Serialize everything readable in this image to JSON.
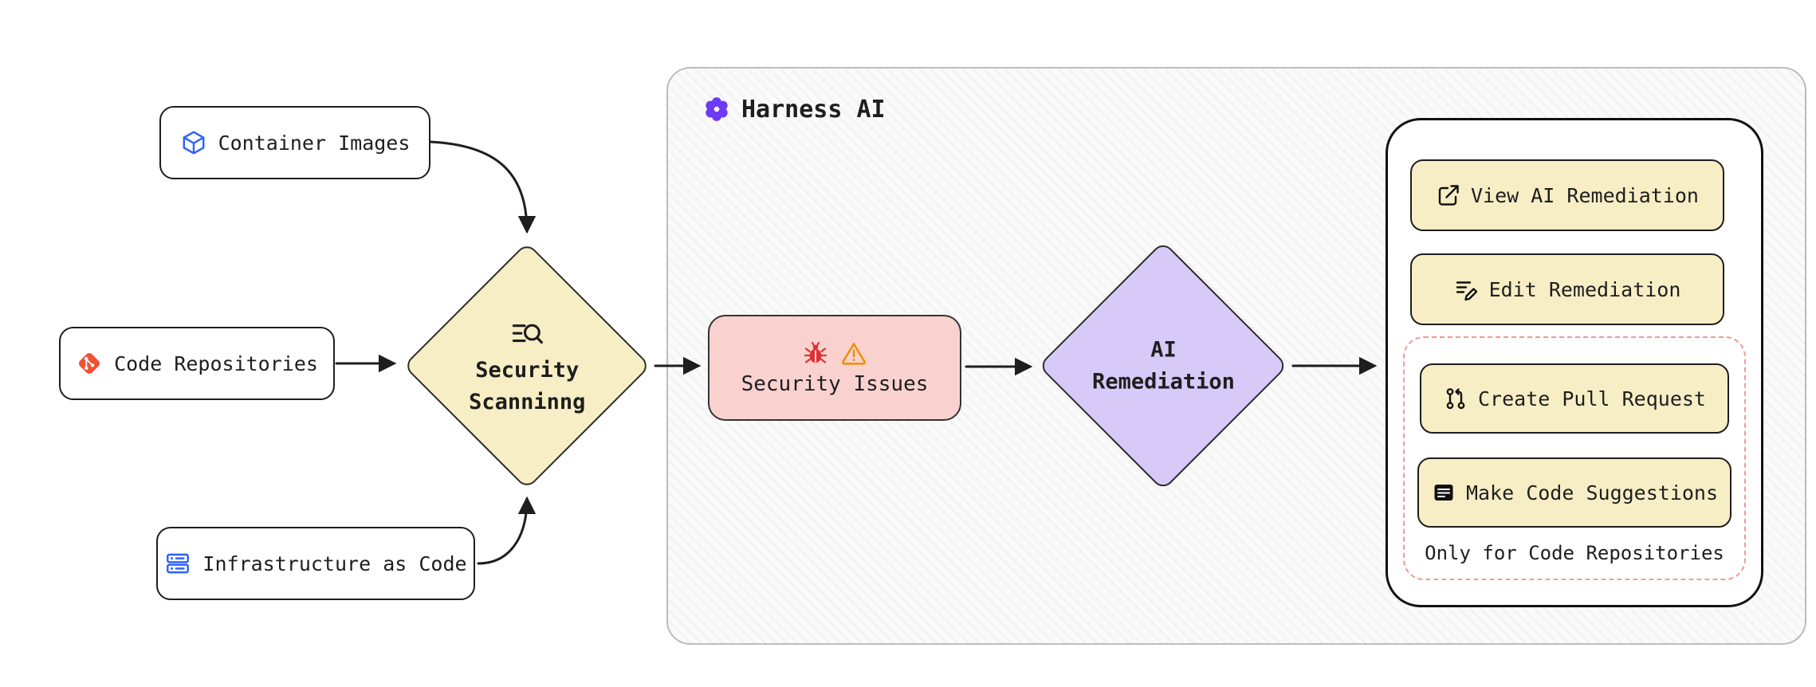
{
  "sources": {
    "container_images": {
      "label": "Container Images",
      "icon": "cube-icon"
    },
    "code_repositories": {
      "label": "Code Repositories",
      "icon": "git-icon"
    },
    "infrastructure_as_code": {
      "label": "Infrastructure as Code",
      "icon": "server-stack-icon"
    }
  },
  "scanning": {
    "label_line1": "Security",
    "label_line2": "Scanninng",
    "icon": "scan-search-icon"
  },
  "harness": {
    "label": "Harness AI",
    "icon": "harness-ai-logo"
  },
  "issues": {
    "label": "Security Issues",
    "icons": [
      "bug-icon",
      "warning-icon"
    ]
  },
  "remediation": {
    "label_line1": "AI",
    "label_line2": "Remediation"
  },
  "actions": {
    "view": {
      "label": "View AI Remediation",
      "icon": "view-remediation-icon"
    },
    "edit": {
      "label": "Edit Remediation",
      "icon": "edit-list-icon"
    },
    "create_pr": {
      "label": "Create Pull Request",
      "icon": "pull-request-icon"
    },
    "suggestions": {
      "label": "Make Code Suggestions",
      "icon": "code-suggestions-icon"
    },
    "note": "Only for Code Repositories"
  },
  "colors": {
    "node_yellow": "#f8eec5",
    "issue_pink": "#f9d2cf",
    "remediation_purple": "#d7c9f8",
    "dashed_border": "#f09a92",
    "git_orange": "#f05133",
    "icon_blue": "#2f62ff",
    "bug_red": "#e03131",
    "warning_orange": "#f08c00",
    "harness_purple": "#6b3af2",
    "stroke_dark": "#1e1e1e"
  }
}
